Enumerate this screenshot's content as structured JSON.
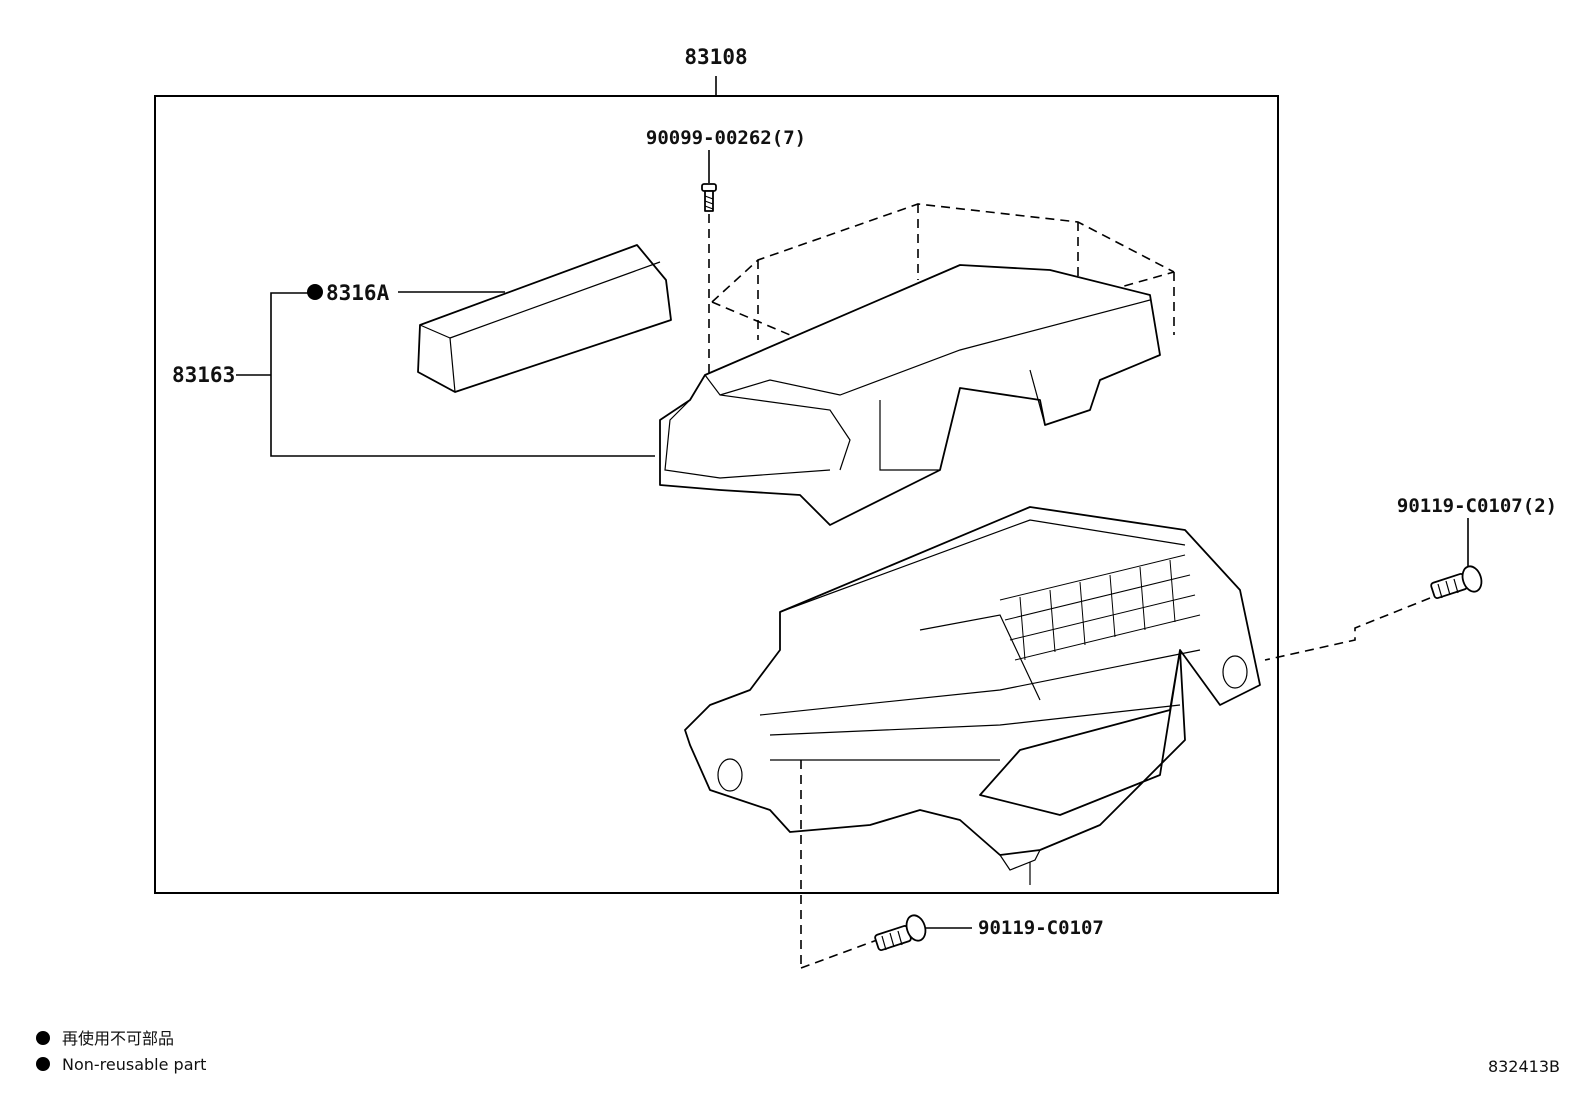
{
  "labels": {
    "assembly": "83108",
    "screw_top": "90099-00262(7)",
    "part_8316a": "8316A",
    "part_83163": "83163",
    "bolt_right": "90119-C0107(2)",
    "bolt_bottom": "90119-C0107"
  },
  "legend": {
    "japanese": "再使用不可部品",
    "english": "Non-reusable part"
  },
  "diagram_code": "832413B"
}
